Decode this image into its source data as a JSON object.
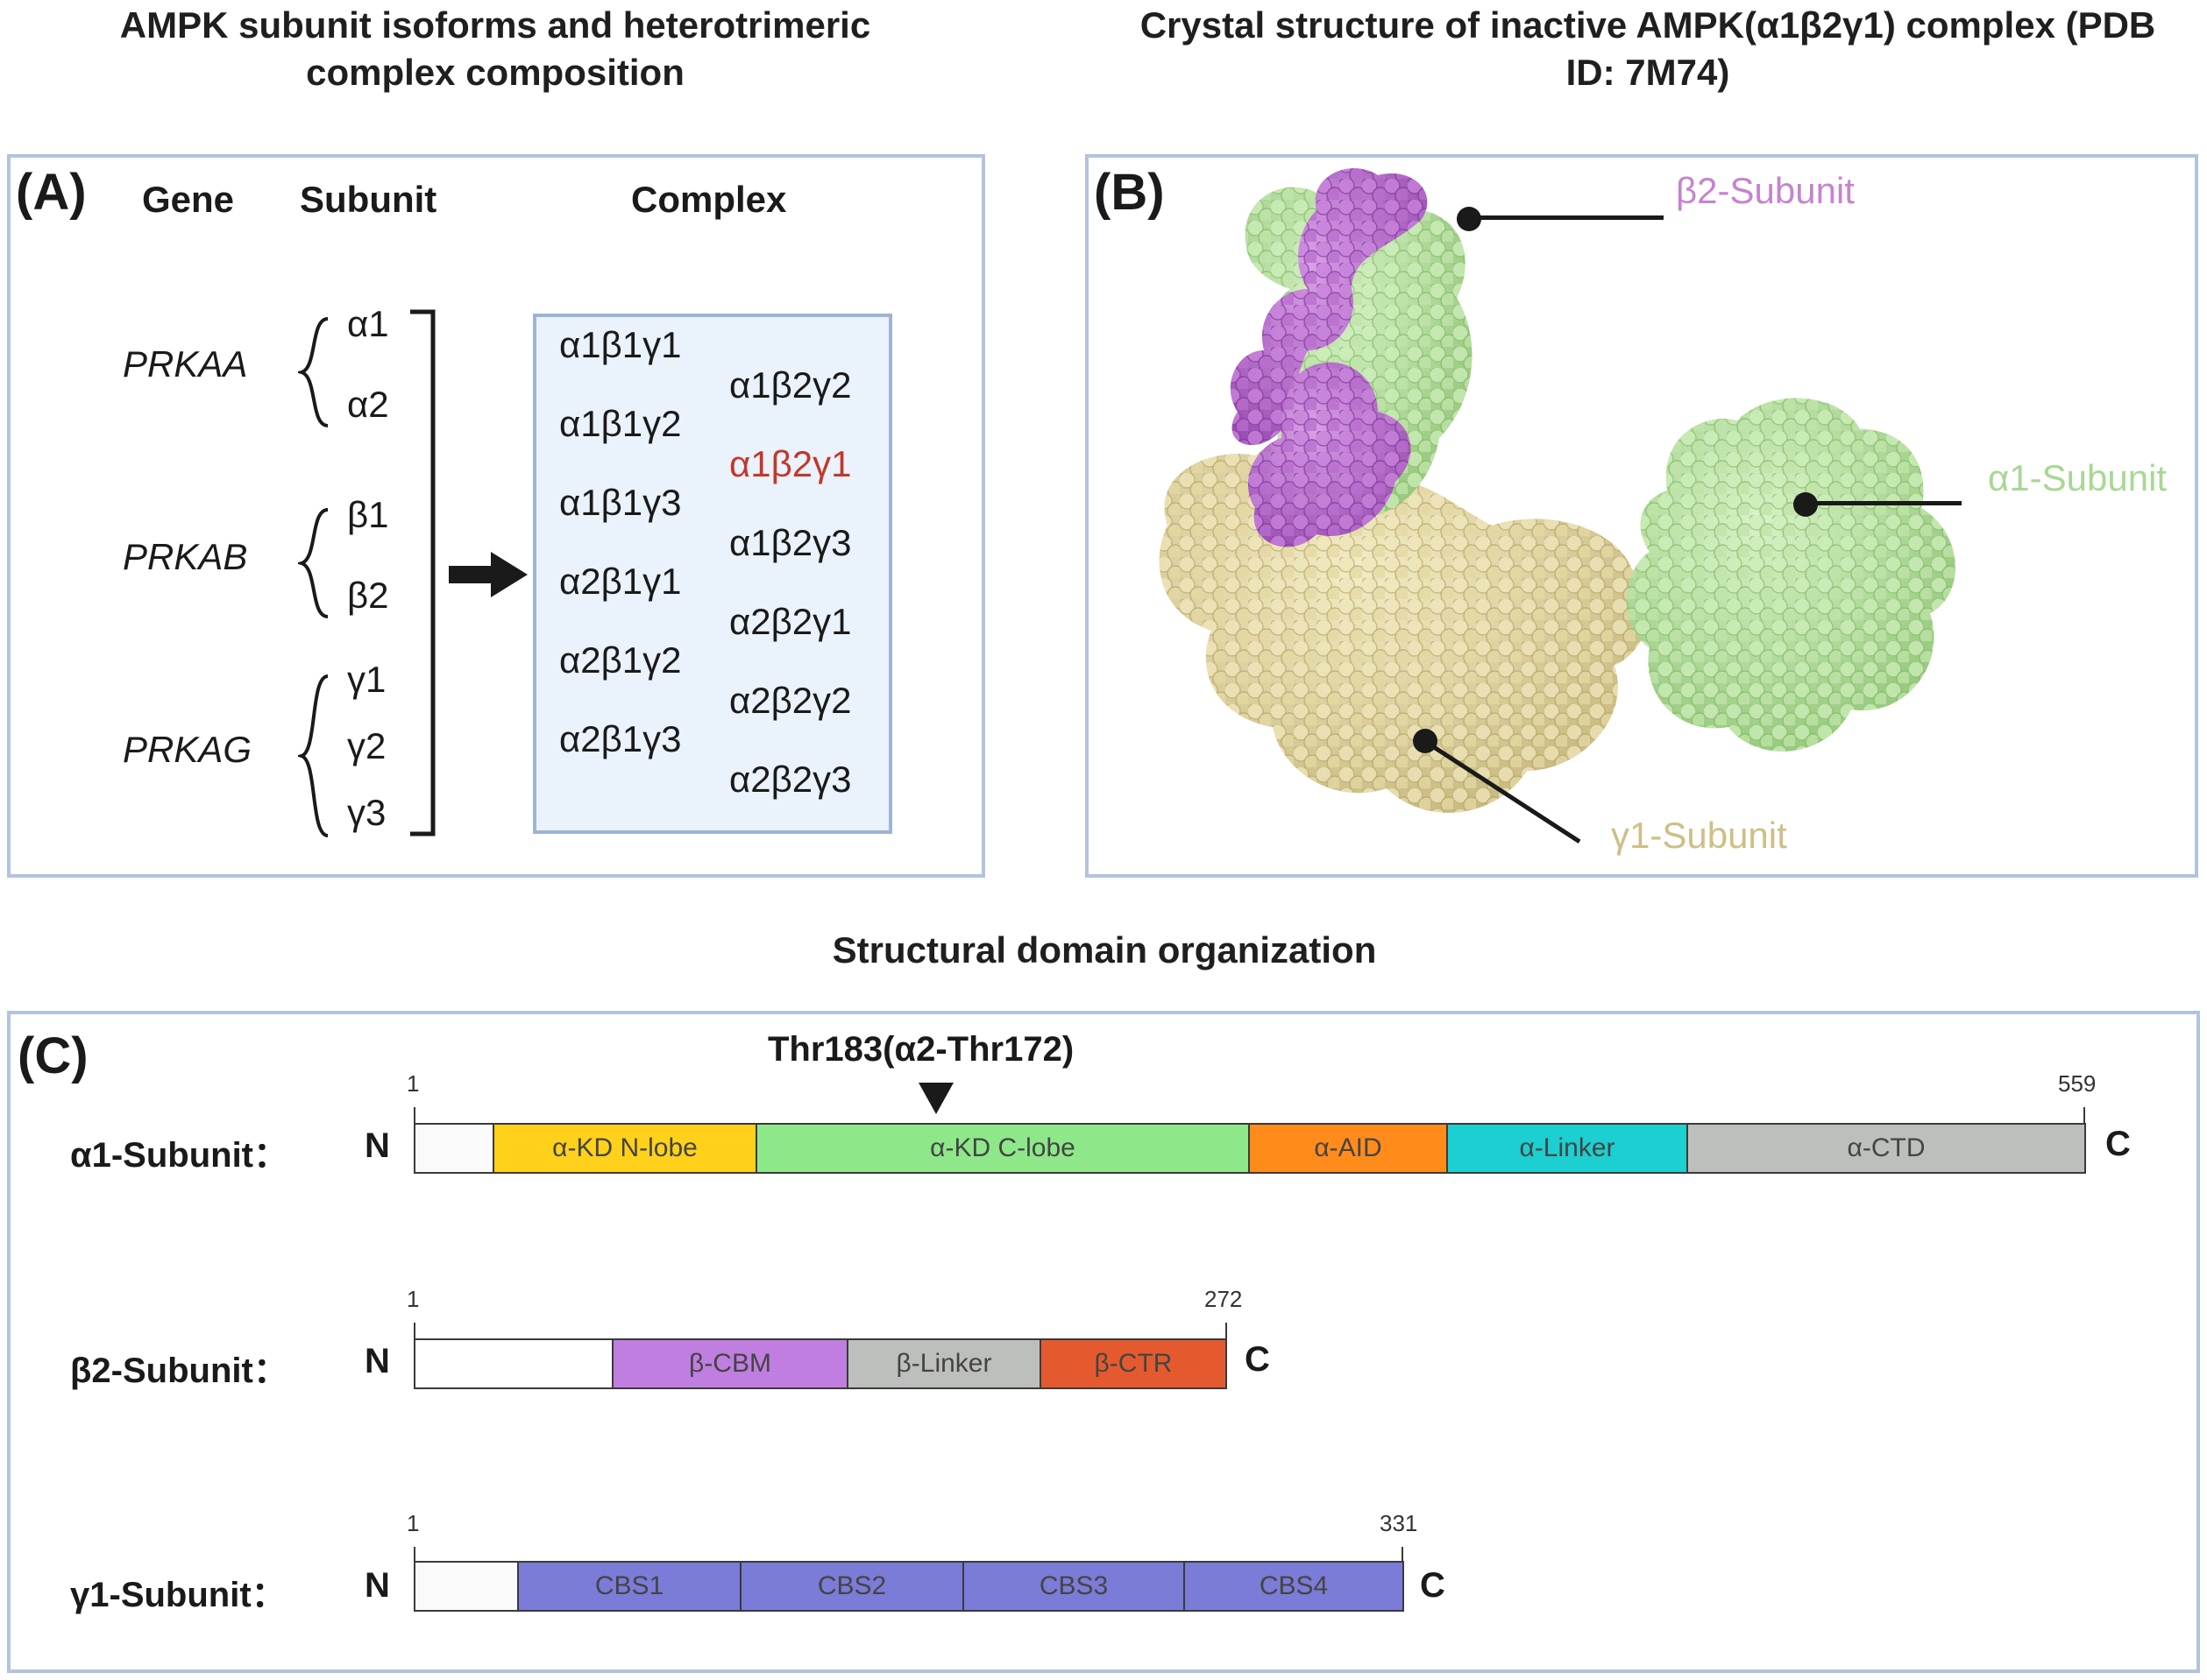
{
  "titles": {
    "left": "AMPK subunit isoforms and heterotrimeric complex composition",
    "right": "Crystal structure of inactive AMPK(α1β2γ1) complex (PDB ID: 7M74)",
    "bottom": "Structural domain organization"
  },
  "panelA": {
    "label": "(A)",
    "headers": {
      "gene": "Gene",
      "subunit": "Subunit",
      "complex": "Complex"
    },
    "genes": [
      {
        "name": "PRKAA",
        "subunits": [
          "α1",
          "α2"
        ]
      },
      {
        "name": "PRKAB",
        "subunits": [
          "β1",
          "β2"
        ]
      },
      {
        "name": "PRKAG",
        "subunits": [
          "γ1",
          "γ2",
          "γ3"
        ]
      }
    ],
    "complexes_left": [
      "α1β1γ1",
      "α1β1γ2",
      "α1β1γ3",
      "α2β1γ1",
      "α2β1γ2",
      "α2β1γ3"
    ],
    "complexes_right": [
      "α1β2γ2",
      "α1β2γ1",
      "α1β2γ3",
      "α2β2γ1",
      "α2β2γ2",
      "α2β2γ3"
    ],
    "highlight": "α1β2γ1",
    "highlight_color": "#c0392b",
    "box_color": "#eaf2fb"
  },
  "panelB": {
    "label": "(B)",
    "labels": {
      "beta": "β2-Subunit",
      "alpha": "α1-Subunit",
      "gamma": "γ1-Subunit"
    },
    "colors": {
      "beta": "#b168c9",
      "alpha": "#b7e0a2",
      "gamma": "#ddd3a3"
    },
    "label_colors": {
      "beta": "#c583cf",
      "alpha": "#a7d893",
      "gamma": "#cdbf86"
    }
  },
  "panelC": {
    "label": "(C)",
    "site_label": "Thr183(α2-Thr172)",
    "rows": [
      {
        "name": "α1-Subunit：",
        "n": "N",
        "c": "C",
        "start": "1",
        "end": "559",
        "segments": [
          {
            "label": "",
            "color": "#fafafa"
          },
          {
            "label": "α-KD N-lobe",
            "color": "#ffd11a"
          },
          {
            "label": "α-KD C-lobe",
            "color": "#8ee889"
          },
          {
            "label": "α-AID",
            "color": "#ff8c1a"
          },
          {
            "label": "α-Linker",
            "color": "#1ccfd0"
          },
          {
            "label": "α-CTD",
            "color": "#bdbfbc"
          }
        ]
      },
      {
        "name": "β2-Subunit：",
        "n": "N",
        "c": "C",
        "start": "1",
        "end": "272",
        "segments": [
          {
            "label": "",
            "color": "#ffffff"
          },
          {
            "label": "β-CBM",
            "color": "#bf7ee0"
          },
          {
            "label": "β-Linker",
            "color": "#bdbfbc"
          },
          {
            "label": "β-CTR",
            "color": "#e45a2e"
          }
        ]
      },
      {
        "name": "γ1-Subunit：",
        "n": "N",
        "c": "C",
        "start": "1",
        "end": "331",
        "segments": [
          {
            "label": "",
            "color": "#fafafa"
          },
          {
            "label": "CBS1",
            "color": "#7b7bd8"
          },
          {
            "label": "CBS2",
            "color": "#7b7bd8"
          },
          {
            "label": "CBS3",
            "color": "#7b7bd8"
          },
          {
            "label": "CBS4",
            "color": "#7b7bd8"
          }
        ]
      }
    ]
  }
}
